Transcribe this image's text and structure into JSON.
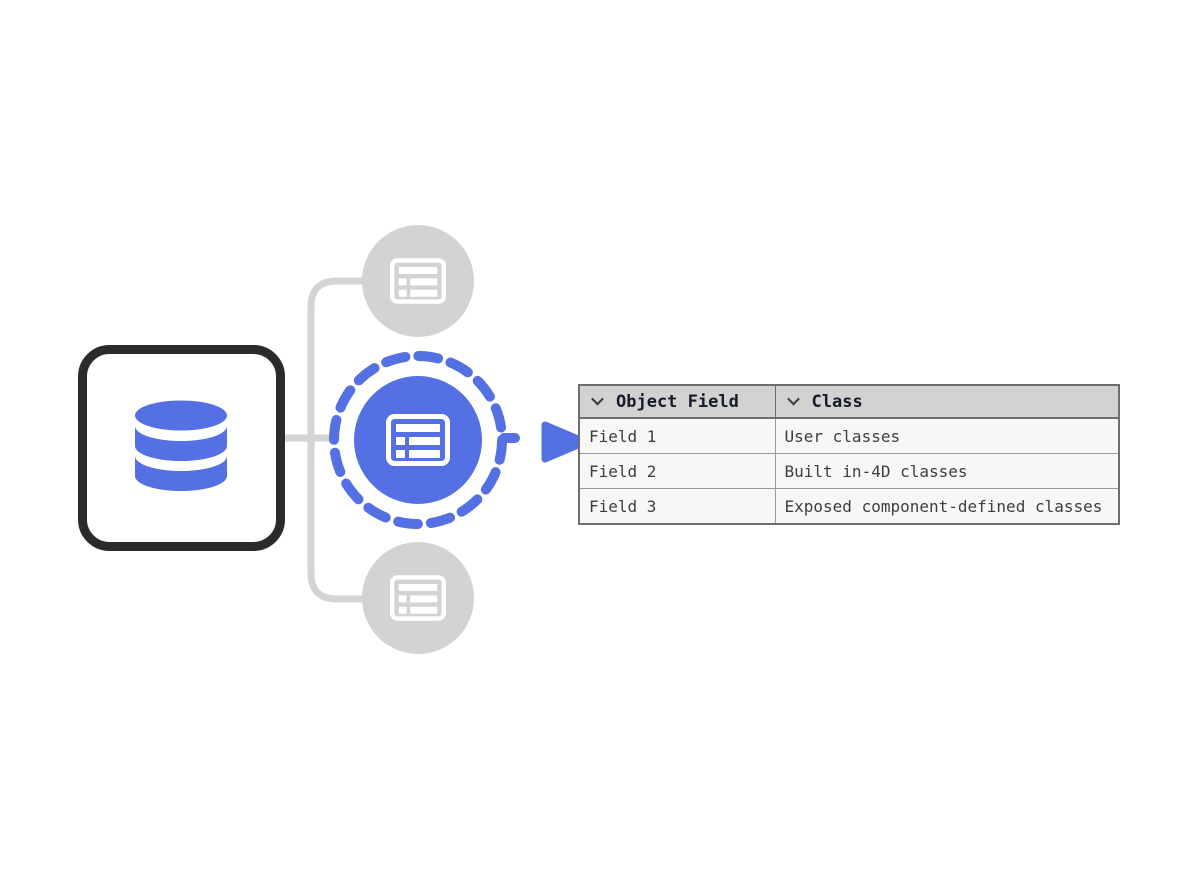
{
  "colors": {
    "accent_blue": "#5470e2",
    "neutral_gray": "#d3d3d3",
    "connector_gray": "#d4d4d4",
    "box_border": "#2b2b2b",
    "table_header_bg": "#d2d2d2",
    "table_row_bg": "#f7f7f7",
    "table_outer_border": "#6e6e6e",
    "table_inner_border": "#9a9a9a",
    "header_text": "#181c2a",
    "cell_text": "#3e3e3e"
  },
  "diagram": {
    "database_box": {
      "icon": "database-icon"
    },
    "nodes": [
      {
        "icon": "table-icon",
        "state": "inactive"
      },
      {
        "icon": "table-icon",
        "state": "selected"
      },
      {
        "icon": "table-icon",
        "state": "inactive"
      }
    ],
    "arrow": {
      "icon": "arrow-right-icon"
    }
  },
  "table": {
    "columns": [
      {
        "label": "Object Field",
        "icon": "chevron-down-icon"
      },
      {
        "label": "Class",
        "icon": "chevron-down-icon"
      }
    ],
    "rows": [
      {
        "object_field": "Field 1",
        "class": "User classes"
      },
      {
        "object_field": "Field 2",
        "class": "Built in-4D classes"
      },
      {
        "object_field": "Field 3",
        "class": "Exposed component-defined classes"
      }
    ]
  }
}
